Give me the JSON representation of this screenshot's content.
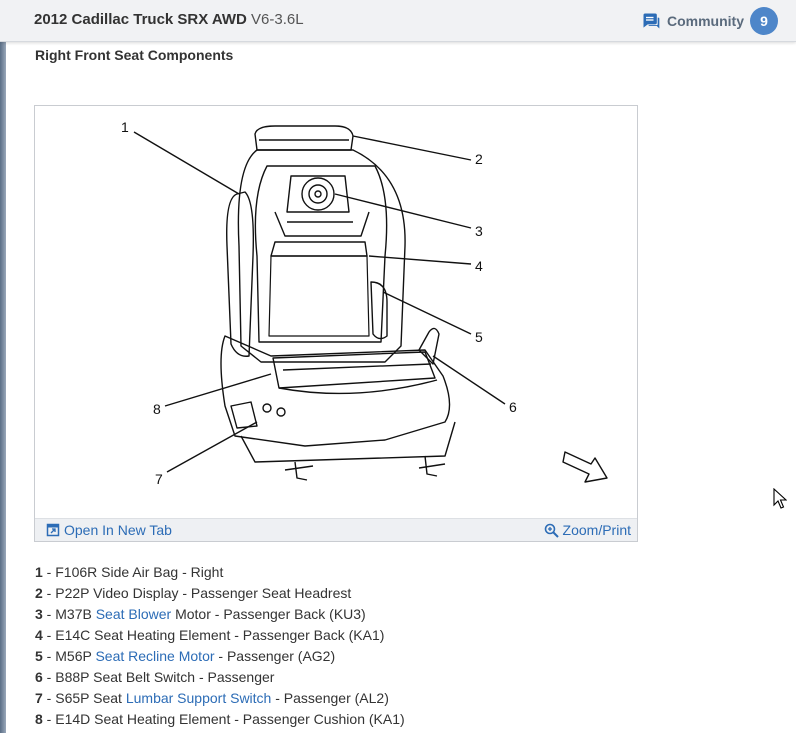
{
  "header": {
    "vehicle": "2012 Cadillac Truck SRX AWD",
    "engine": "V6-3.6L",
    "community_label": "Community",
    "community_count": "9",
    "community_icon": "chat-bubble-icon"
  },
  "section_title": "Right Front Seat Components",
  "figure": {
    "callouts": [
      "1",
      "2",
      "3",
      "4",
      "5",
      "6",
      "7",
      "8"
    ],
    "open_tab_label": "Open In New Tab",
    "open_tab_icon": "open-tab-icon",
    "zoom_label": "Zoom/Print",
    "zoom_icon": "zoom-icon"
  },
  "legend": [
    {
      "num": "1",
      "sep": " - ",
      "pre": "F106R Side Air Bag - Right",
      "link": "",
      "post": ""
    },
    {
      "num": "2",
      "sep": " - ",
      "pre": "P22P Video Display - Passenger Seat Headrest",
      "link": "",
      "post": ""
    },
    {
      "num": "3",
      "sep": " - ",
      "pre": "M37B ",
      "link": "Seat Blower",
      "post": " Motor - Passenger Back (KU3)"
    },
    {
      "num": "4",
      "sep": " - ",
      "pre": "E14C Seat Heating Element - Passenger Back (KA1)",
      "link": "",
      "post": ""
    },
    {
      "num": "5",
      "sep": " - ",
      "pre": "M56P ",
      "link": "Seat Recline Motor",
      "post": " - Passenger (AG2)"
    },
    {
      "num": "6",
      "sep": " - ",
      "pre": "B88P Seat Belt Switch - Passenger",
      "link": "",
      "post": ""
    },
    {
      "num": "7",
      "sep": " - ",
      "pre": "S65P Seat ",
      "link": "Lumbar Support Switch",
      "post": " - Passenger (AL2)"
    },
    {
      "num": "8",
      "sep": " - ",
      "pre": "E14D Seat Heating Element - Passenger Cushion (KA1)",
      "link": "",
      "post": ""
    }
  ],
  "colors": {
    "link": "#2c6cb6",
    "badge": "#4e86c9",
    "header_bg": "#f1f2f4"
  }
}
